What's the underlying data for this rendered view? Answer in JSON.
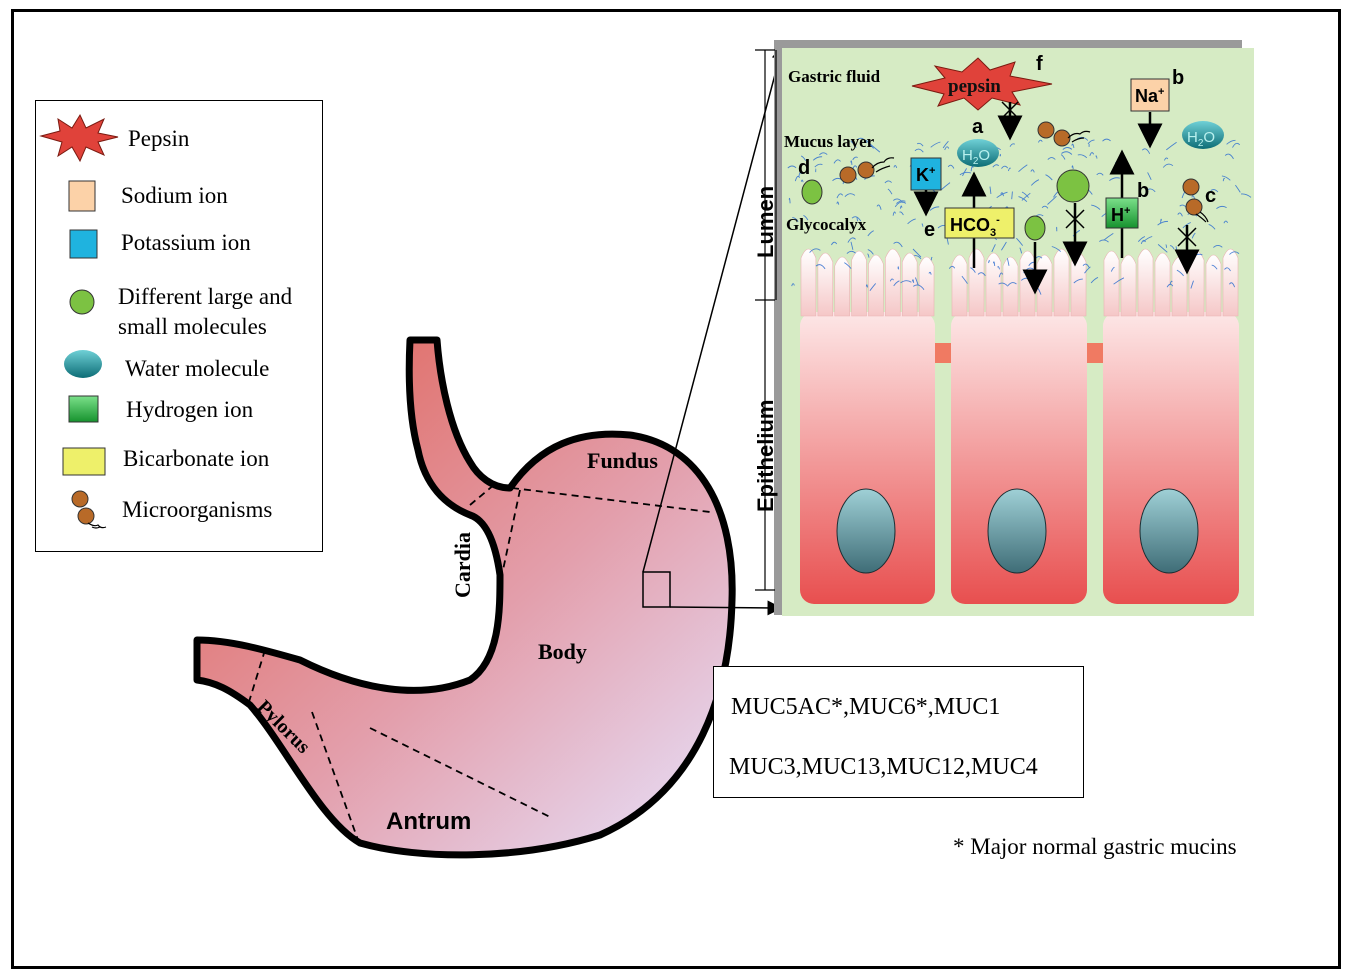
{
  "legend": {
    "items": [
      {
        "label": "Pepsin",
        "icon": "pepsin-star-icon"
      },
      {
        "label": "Sodium ion",
        "icon": "sodium-square-icon"
      },
      {
        "label": "Potassium ion",
        "icon": "potassium-square-icon"
      },
      {
        "label": "Different large and",
        "label2": "small molecules",
        "icon": "molecule-circle-icon"
      },
      {
        "label": "Water molecule",
        "icon": "water-ellipse-icon"
      },
      {
        "label": "Hydrogen ion",
        "icon": "hydrogen-square-icon"
      },
      {
        "label": "Bicarbonate ion",
        "icon": "bicarbonate-rect-icon"
      },
      {
        "label": "Microorganisms",
        "icon": "microorganism-icon"
      }
    ]
  },
  "stomach": {
    "regions": {
      "fundus": "Fundus",
      "cardia": "Cardia",
      "body": "Body",
      "pylorus": "Pylorus",
      "antrum": "Antrum"
    }
  },
  "inset": {
    "layers": {
      "gastric_fluid": "Gastric fluid",
      "mucus_layer": "Mucus layer",
      "glycocalyx": "Glycocalyx"
    },
    "side_labels": {
      "lumen": "Lumen",
      "epithelium": "Epithelium"
    },
    "ions": {
      "pepsin": "pepsin",
      "na": "Na",
      "na_sup": "+",
      "k": "K",
      "k_sup": "+",
      "h": "H",
      "h_sup": "+",
      "hco3": "HCO",
      "hco3_sub": "3",
      "hco3_sup": "-",
      "h2o_a": "H",
      "h2o_sub": "2",
      "h2o_b": "O"
    },
    "letters": {
      "a": "a",
      "b1": "b",
      "b2": "b",
      "c": "c",
      "d": "d",
      "e": "e",
      "f": "f"
    }
  },
  "mucins": {
    "line1": "MUC5AC*,MUC6*,MUC1",
    "line2": "MUC3,MUC13,MUC12,MUC4"
  },
  "footnote": "* Major normal gastric mucins",
  "colors": {
    "stomach_dark": "#e06a62",
    "stomach_light": "#e6d8f0",
    "inset_bg": "#d6ebc4",
    "cell_top": "#fde7e7",
    "cell_bottom": "#e84f4f",
    "nucleus": "#3f6d77",
    "sodium": "#fcd2a8",
    "potassium": "#1fb3df",
    "molecule": "#7cc242",
    "water": "#1a8f9a",
    "hydrogen": "#27a844",
    "bicarbonate": "#f0f06a",
    "pepsin": "#e0423a",
    "microbe": "#b86a28"
  }
}
